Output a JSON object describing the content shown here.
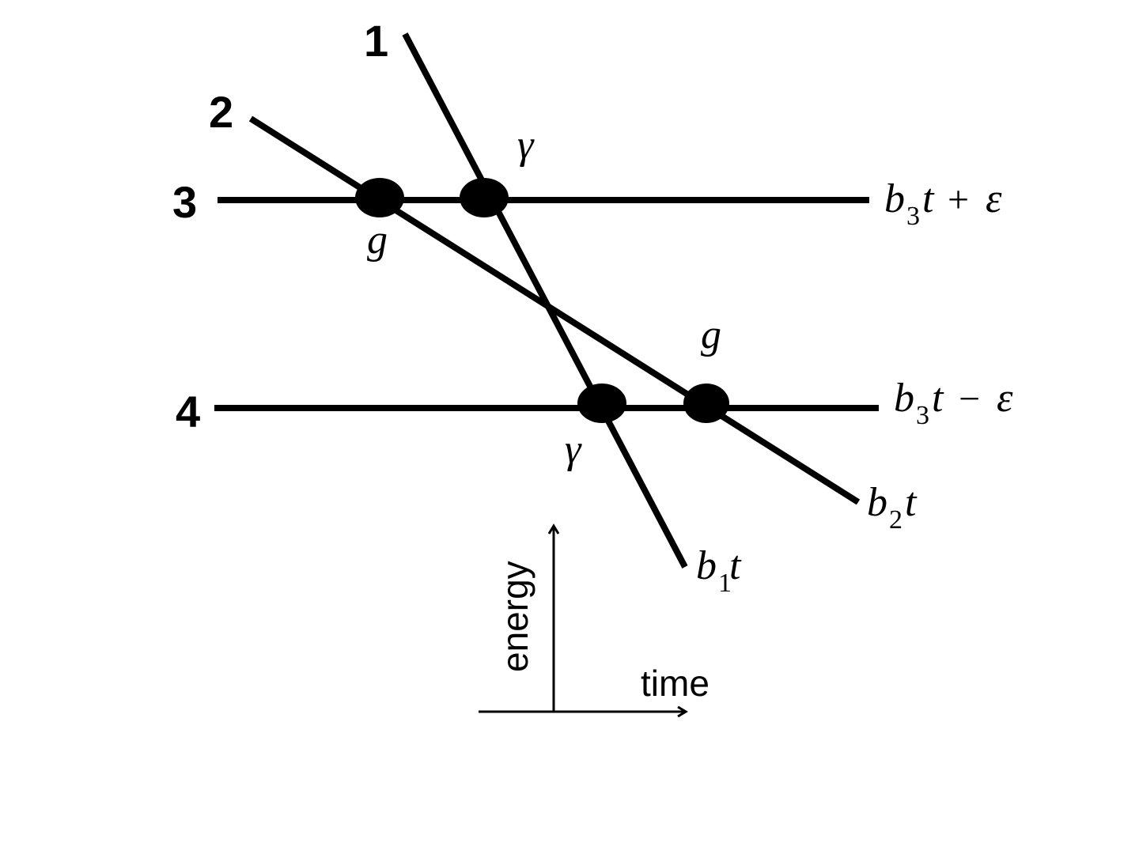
{
  "diagram": {
    "type": "energy-level crossing diagram",
    "lines": [
      {
        "id": "1",
        "label": "1",
        "equation": {
          "coef": "b",
          "sub": "1",
          "var": "t",
          "op": "",
          "extra": ""
        }
      },
      {
        "id": "2",
        "label": "2",
        "equation": {
          "coef": "b",
          "sub": "2",
          "var": "t",
          "op": "",
          "extra": ""
        }
      },
      {
        "id": "3",
        "label": "3",
        "equation": {
          "coef": "b",
          "sub": "3",
          "var": "t",
          "op": "+",
          "extra": "ε"
        }
      },
      {
        "id": "4",
        "label": "4",
        "equation": {
          "coef": "b",
          "sub": "3",
          "var": "t",
          "op": "−",
          "extra": "ε"
        }
      }
    ],
    "crossings": [
      {
        "lines": [
          "2",
          "3"
        ],
        "label": "g"
      },
      {
        "lines": [
          "1",
          "3"
        ],
        "label": "γ"
      },
      {
        "lines": [
          "1",
          "4"
        ],
        "label": "γ"
      },
      {
        "lines": [
          "2",
          "4"
        ],
        "label": "g"
      }
    ],
    "axes": {
      "y_label": "energy",
      "x_label": "time"
    },
    "colors": {
      "line": "#000000",
      "background": "#ffffff"
    }
  }
}
